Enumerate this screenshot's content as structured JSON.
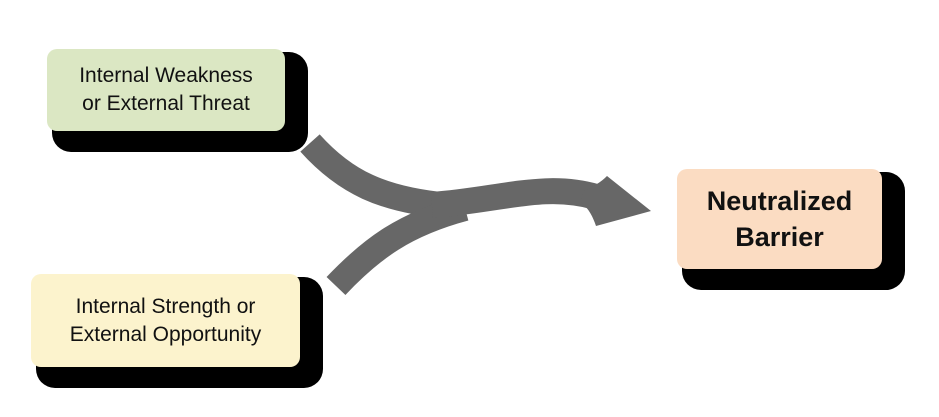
{
  "diagram": {
    "background_color": "#ffffff",
    "shadow_color": "#000000",
    "text_color": "#111111",
    "boxes": [
      {
        "id": "internal-weakness-or-external-threat",
        "lines": [
          "Internal Weakness",
          "or External Threat"
        ],
        "fill": "#dbe7c3"
      },
      {
        "id": "internal-strength-or-external-opportunity",
        "lines": [
          "Internal Strength or",
          "External Opportunity"
        ],
        "fill": "#fcf3cd"
      },
      {
        "id": "neutralized-barrier",
        "lines": [
          "Neutralized",
          "Barrier"
        ],
        "fill": "#fbdcc2"
      }
    ],
    "arrow": {
      "color": "#676767"
    }
  }
}
